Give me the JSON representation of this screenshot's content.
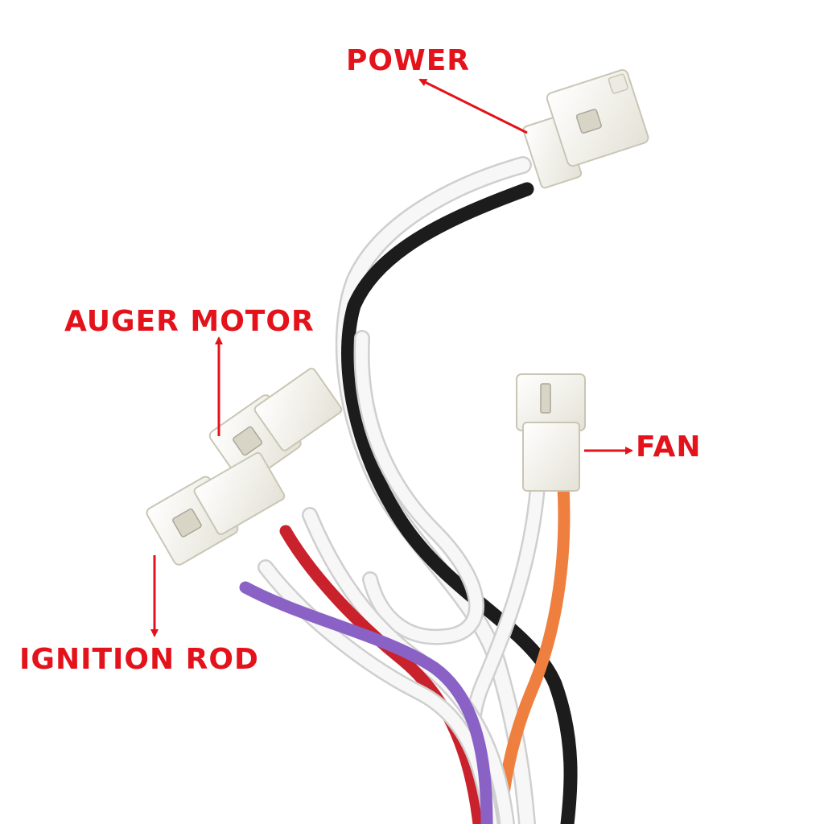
{
  "labels": {
    "power": "POWER",
    "auger_motor": "AUGER MOTOR",
    "fan": "FAN",
    "ignition_rod": "IGNITION ROD"
  },
  "colors": {
    "label_red": "#e3121b",
    "wire_white": "#f4f4f4",
    "wire_black": "#1c1c1c",
    "wire_red": "#c9222c",
    "wire_purple": "#8a62c6",
    "wire_orange": "#ef7f3e",
    "connector_body": "#f7f6ef"
  },
  "icons": {
    "connector": "molex-connector-icon",
    "arrow": "arrow-icon"
  }
}
